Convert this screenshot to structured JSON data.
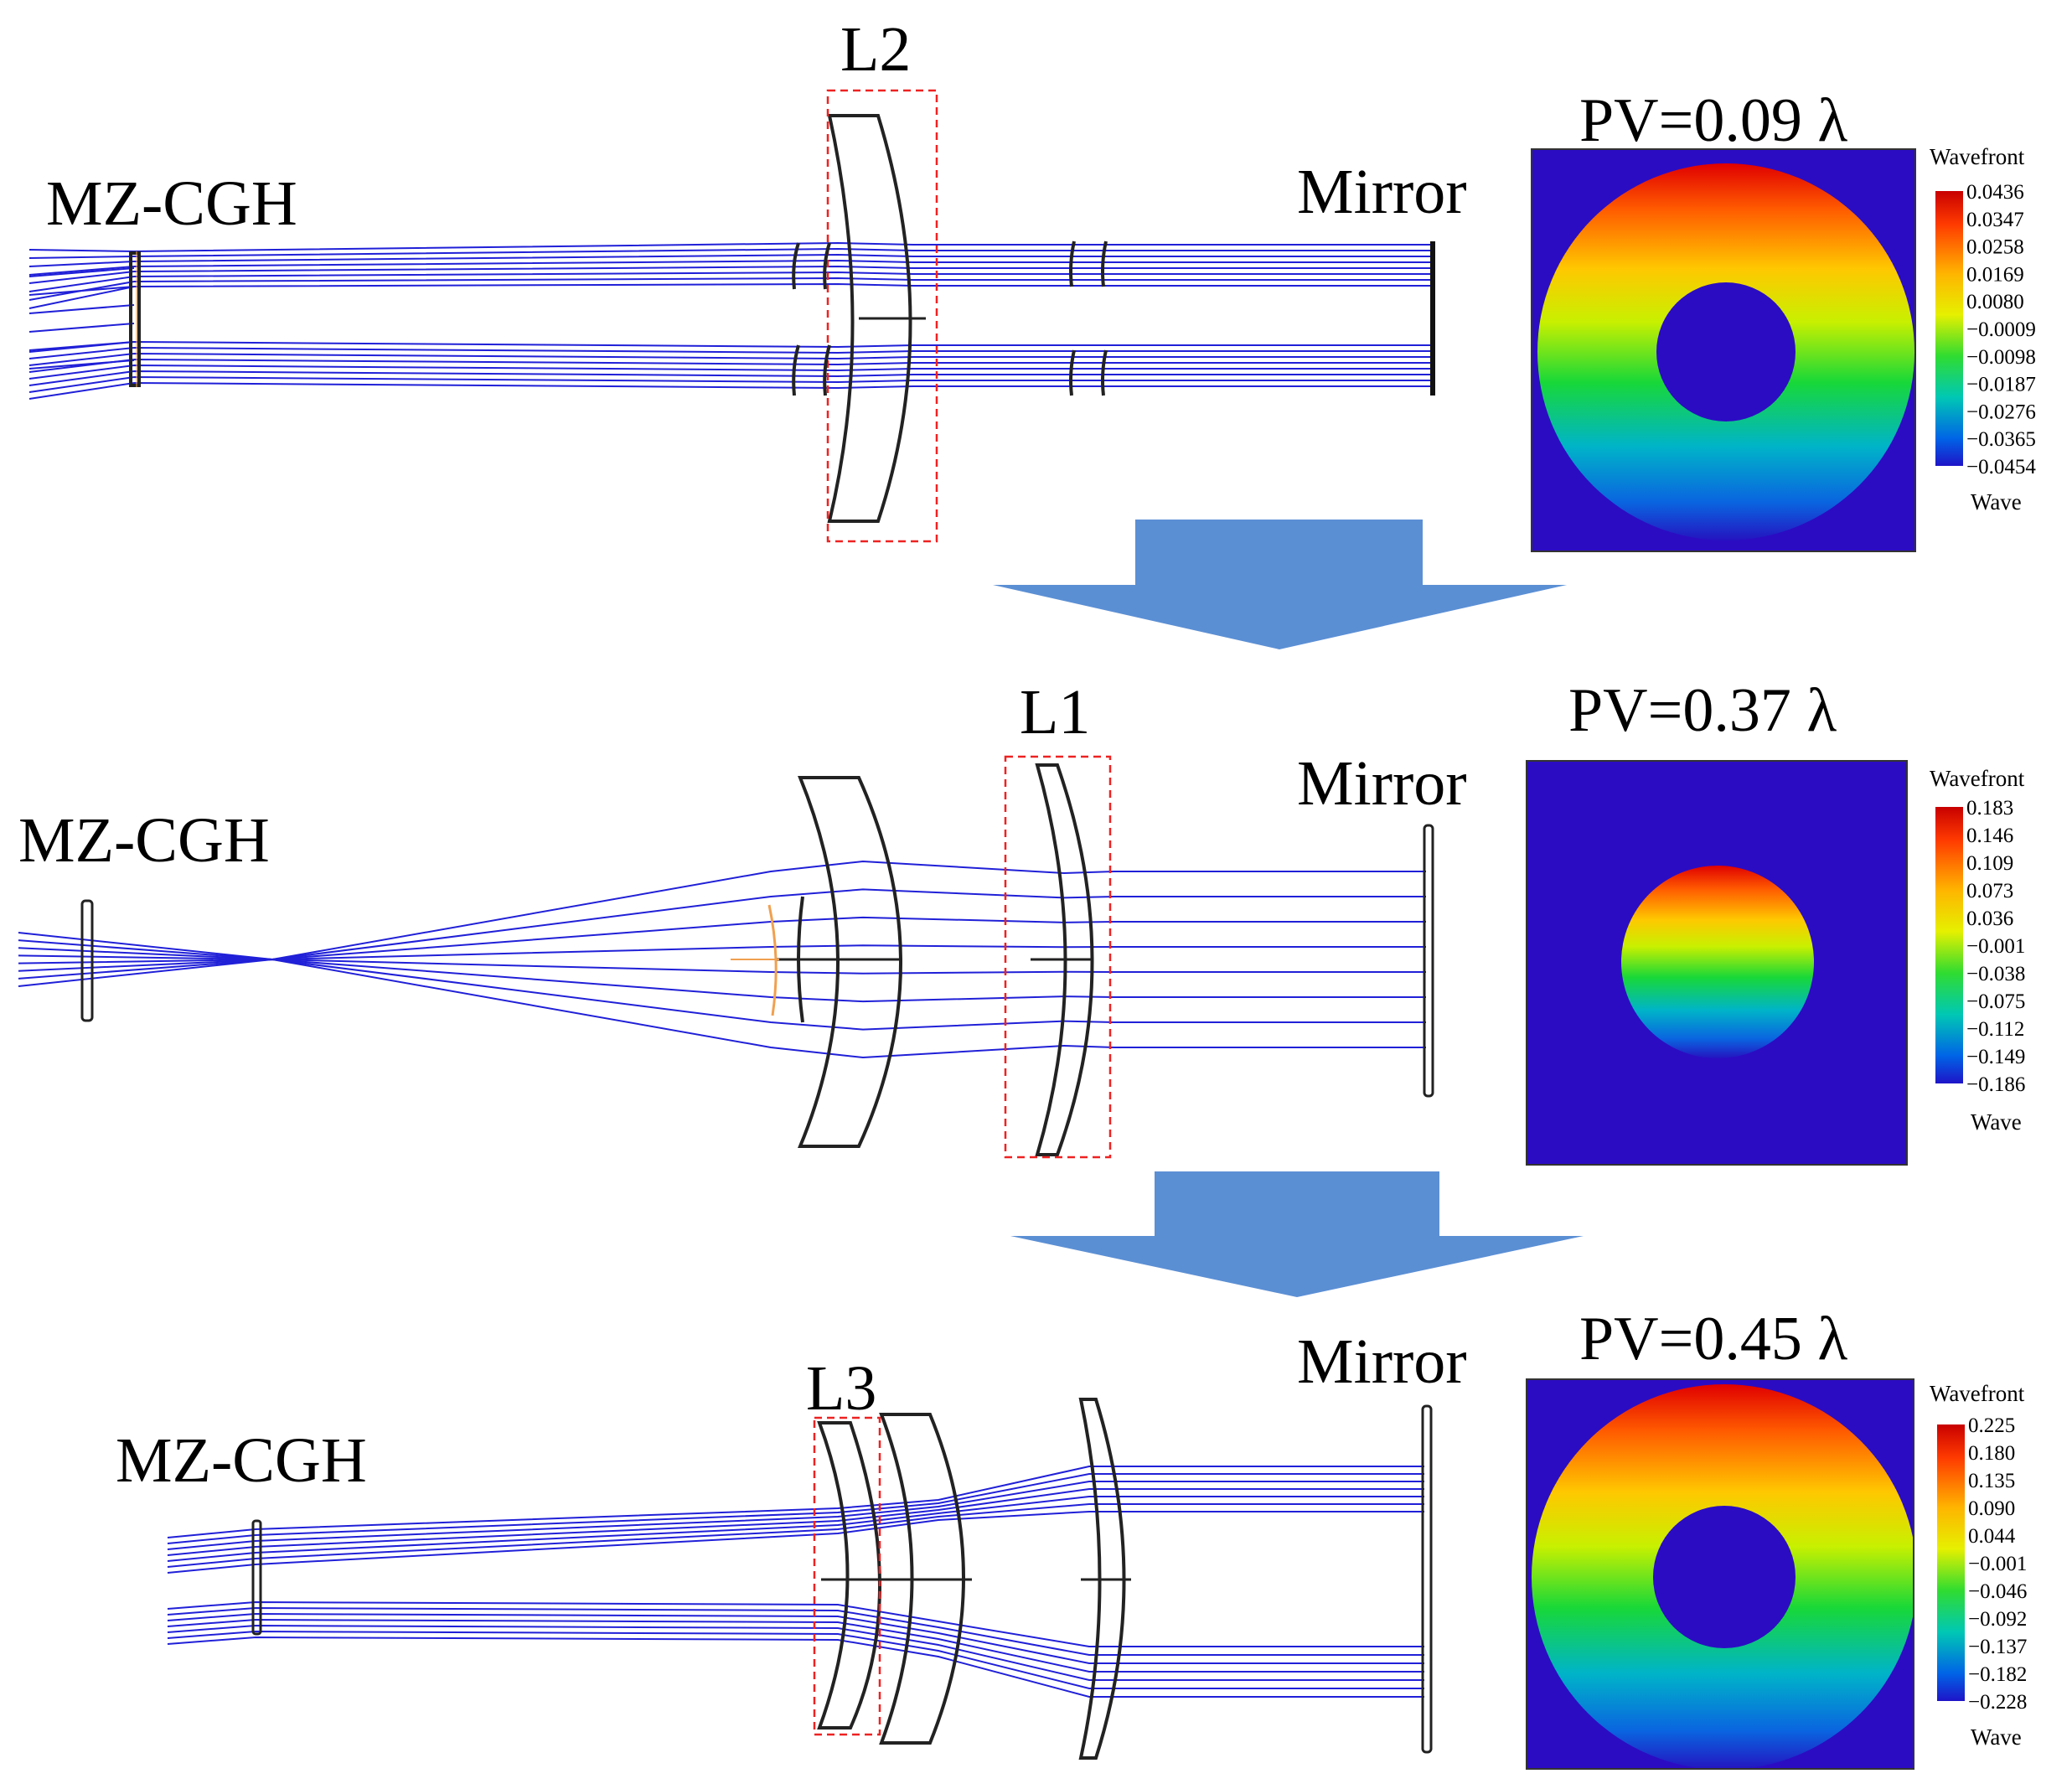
{
  "colors": {
    "ray": "#2020d8",
    "lens": "#222222",
    "highlight_box": "#ee2222",
    "arrow": "#5b8fd4",
    "map_background": "#2b0cc3",
    "orange_surface": "#f0a050"
  },
  "stages": [
    {
      "cgh_label": "MZ-CGH",
      "lens_label": "L2",
      "mirror_label": "Mirror",
      "pv_label": "PV=0.09 λ",
      "colorbar_title": "Wavefront",
      "colorbar_unit": "Wave",
      "colorbar_ticks": [
        "0.0436",
        "0.0347",
        "0.0258",
        "0.0169",
        "0.0080",
        "−0.0009",
        "−0.0098",
        "−0.0187",
        "−0.0276",
        "−0.0365",
        "−0.0454"
      ],
      "map_pattern": "annulus-vertical-gradient"
    },
    {
      "cgh_label": "MZ-CGH",
      "lens_label": "L1",
      "mirror_label": "Mirror",
      "pv_label": "PV=0.37 λ",
      "colorbar_title": "Wavefront",
      "colorbar_unit": "Wave",
      "colorbar_ticks": [
        "0.183",
        "0.146",
        "0.109",
        "0.073",
        "0.036",
        "−0.001",
        "−0.038",
        "−0.075",
        "−0.112",
        "−0.149",
        "−0.186"
      ],
      "map_pattern": "disk-vertical-gradient"
    },
    {
      "cgh_label": "MZ-CGH",
      "lens_label": "L3",
      "mirror_label": "Mirror",
      "pv_label": "PV=0.45 λ",
      "colorbar_title": "Wavefront",
      "colorbar_unit": "Wave",
      "colorbar_ticks": [
        "0.225",
        "0.180",
        "0.135",
        "0.090",
        "0.044",
        "−0.001",
        "−0.046",
        "−0.092",
        "−0.137",
        "−0.182",
        "−0.228"
      ],
      "map_pattern": "annulus-vertical-gradient"
    }
  ],
  "transitions": [
    {
      "icon": "down-arrow-icon"
    },
    {
      "icon": "down-arrow-icon"
    }
  ]
}
